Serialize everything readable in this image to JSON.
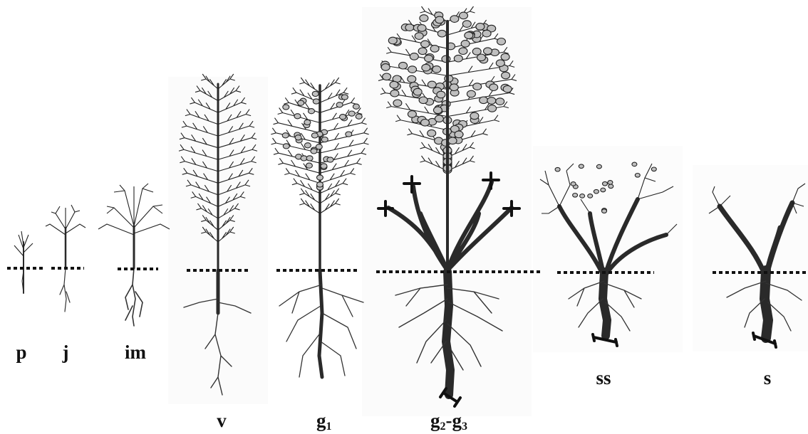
{
  "figure": {
    "stages": [
      {
        "id": "p",
        "label": "p"
      },
      {
        "id": "j",
        "label": "j"
      },
      {
        "id": "im",
        "label": "im"
      },
      {
        "id": "v",
        "label": "v"
      },
      {
        "id": "g1",
        "label": "g",
        "sub": "1"
      },
      {
        "id": "g2g3",
        "label": "g",
        "sub": "2",
        "sep": "-",
        "label2": "g",
        "sub2": "3"
      },
      {
        "id": "ss",
        "label": "ss"
      },
      {
        "id": "s",
        "label": "s"
      }
    ]
  }
}
